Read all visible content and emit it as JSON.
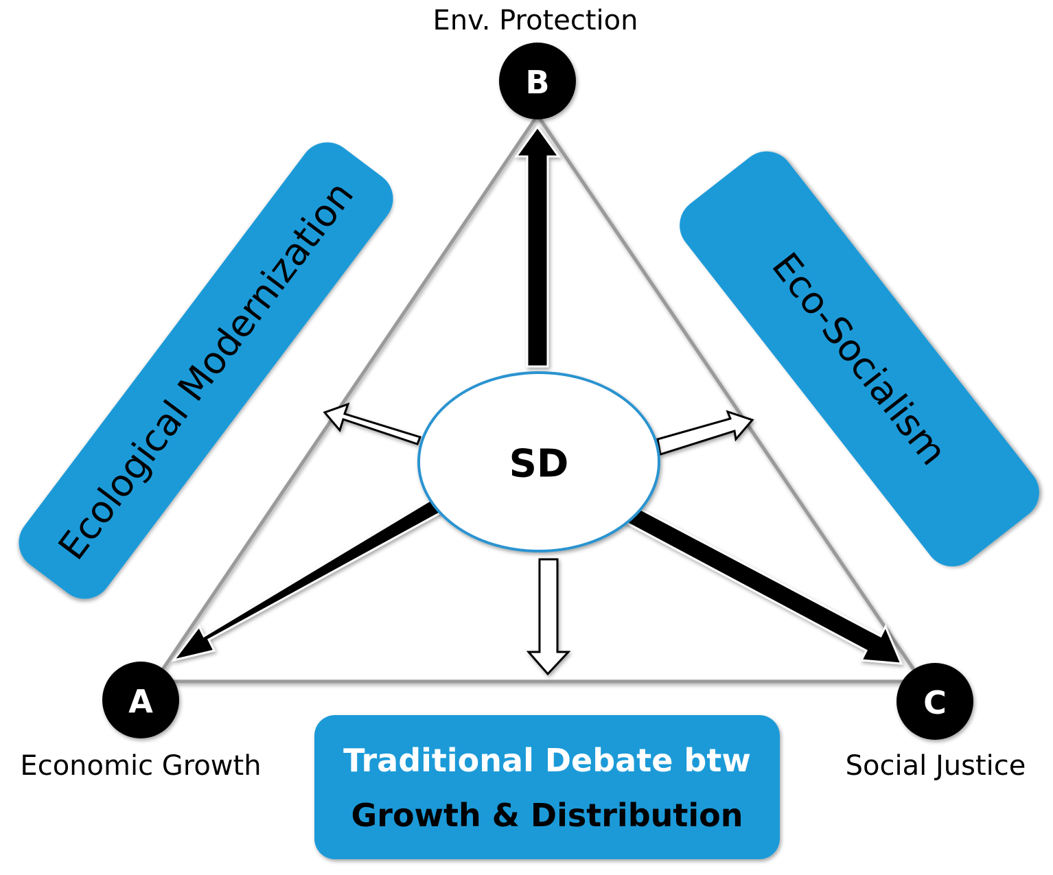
{
  "center": {
    "label": "SD"
  },
  "vertices": {
    "a": {
      "letter": "A",
      "caption": "Economic Growth"
    },
    "b": {
      "letter": "B",
      "caption": "Env. Protection"
    },
    "c": {
      "letter": "C",
      "caption": "Social Justice"
    }
  },
  "boxes": {
    "left": {
      "label": "Ecological Modernization"
    },
    "right": {
      "label": "Eco-Socialism"
    },
    "bottom": {
      "line1": "Traditional Debate btw",
      "line2": "Growth & Distribution"
    }
  },
  "colors": {
    "box_fill": "#1f9ad8",
    "node_fill": "#000000",
    "ellipse_stroke": "#2a93d0",
    "triangle_stroke": "#9a9a9a",
    "bottom_line1_text": "#ffffff",
    "bottom_line2_text": "#000000"
  }
}
